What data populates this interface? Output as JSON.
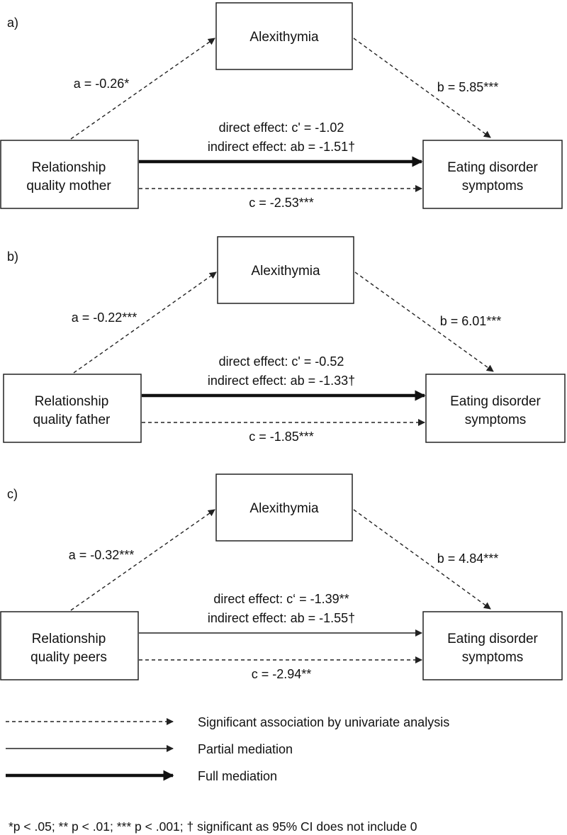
{
  "panels": [
    {
      "letter": "a)",
      "mediator": "Alexithymia",
      "predictor": [
        "Relationship",
        "quality mother"
      ],
      "outcome": [
        "Eating disorder",
        "symptoms"
      ],
      "a": "a = -0.26*",
      "b": "b = 5.85***",
      "direct": "direct effect: c' = -1.02",
      "indirect": "indirect effect: ab = -1.51†",
      "c": "c = -2.53***",
      "mediation_type": "full"
    },
    {
      "letter": "b)",
      "mediator": "Alexithymia",
      "predictor": [
        "Relationship",
        "quality father"
      ],
      "outcome": [
        "Eating disorder",
        "symptoms"
      ],
      "a": "a = -0.22***",
      "b": "b = 6.01***",
      "direct": "direct effect: c' = -0.52",
      "indirect": "indirect effect: ab = -1.33†",
      "c": "c = -1.85***",
      "mediation_type": "full"
    },
    {
      "letter": "c)",
      "mediator": "Alexithymia",
      "predictor": [
        "Relationship",
        "quality peers"
      ],
      "outcome": [
        "Eating disorder",
        "symptoms"
      ],
      "a": "a = -0.32***",
      "b": "b = 4.84***",
      "direct": "direct effect: c‘ = -1.39**",
      "indirect": "indirect effect: ab = -1.55†",
      "c": "c = -2.94**",
      "mediation_type": "partial"
    }
  ],
  "legend": [
    {
      "style": "dashed",
      "label": "Significant association by univariate analysis"
    },
    {
      "style": "thin",
      "label": "Partial mediation"
    },
    {
      "style": "thick",
      "label": "Full mediation"
    }
  ],
  "footnote": "*p < .05; ** p < .01; *** p < .001; † significant as 95% CI does not include 0"
}
